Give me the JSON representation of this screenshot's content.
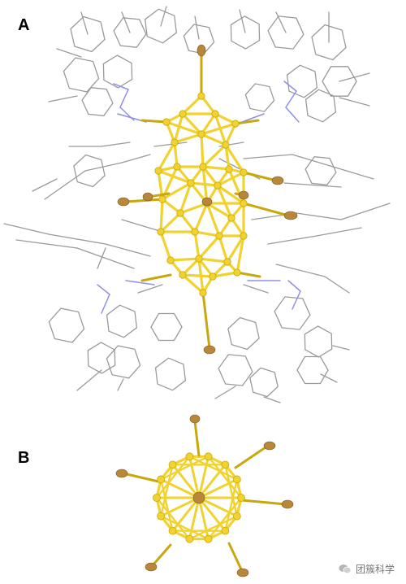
{
  "panels": [
    {
      "label": "A"
    },
    {
      "label": "B"
    }
  ],
  "watermark": {
    "text": "团簇科学",
    "icon": "wechat-icon"
  },
  "colors": {
    "gold": "#f2d22e",
    "gold_dark": "#c9a80e",
    "halide": "#b8873a",
    "ligand": "#9a9a9a",
    "nitrogen": "#8f8fe8"
  }
}
